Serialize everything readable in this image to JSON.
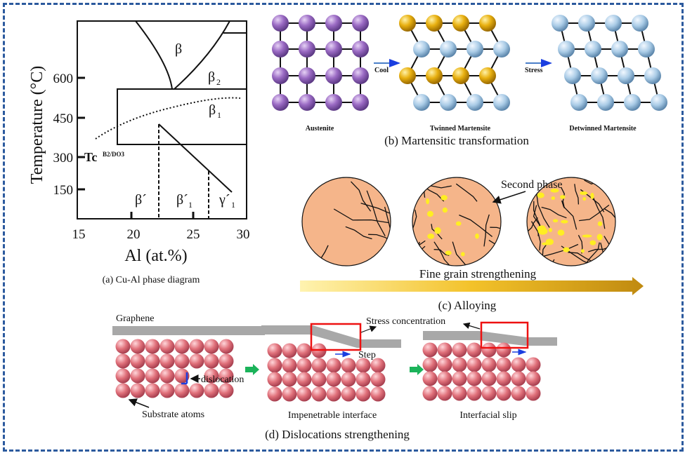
{
  "panel_a": {
    "caption": "(a) Cu-Al phase diagram",
    "xlabel": "Al (at.%)",
    "ylabel": "Temperature (°C)",
    "xticks": [
      "15",
      "20",
      "25",
      "30"
    ],
    "yticks": [
      "600",
      "450",
      "300",
      "150"
    ],
    "tc_label": "Tc",
    "tc_sup": "B2/DO3",
    "phases": {
      "beta": "β",
      "beta2": "β",
      "beta2_sub": "2",
      "beta1": "β",
      "beta1_sub": "1",
      "beta_prime": "β´",
      "beta1_prime": "β´",
      "beta1_prime_sub": "1",
      "gamma1_prime": "γ´",
      "gamma1_prime_sub": "1"
    }
  },
  "panel_b": {
    "caption": "(b) Martensitic transformation",
    "austenite": "Austenite",
    "twinned": "Twinned Martensite",
    "detwinned": "Detwinned Martensite",
    "cool": "Cool",
    "stress": "Stress",
    "colors": {
      "austenite": "#9b6bc4",
      "gold": "#e8b010",
      "blue": "#a9cbe6"
    }
  },
  "panel_c": {
    "caption": "(c) Alloying",
    "second_phase": "Second phase",
    "fine_grain": "Fine grain strengthening",
    "colors": {
      "grain": "#f5b58a",
      "precipitate": "#ffee22"
    }
  },
  "panel_d": {
    "caption": "(d) Dislocations strengthening",
    "graphene": "Graphene",
    "dislocation": "dislocation",
    "substrate": "Substrate atoms",
    "stress_concentration": "Stress concentration",
    "step": "Step",
    "impenetrable": "Impenetrable interface",
    "slip": "Interfacial slip",
    "colors": {
      "atom": "#e0707a",
      "graphene": "#a8a8a8",
      "box": "#ee1111",
      "arrow": "#1a3ee0",
      "green": "#1bb35a"
    }
  }
}
